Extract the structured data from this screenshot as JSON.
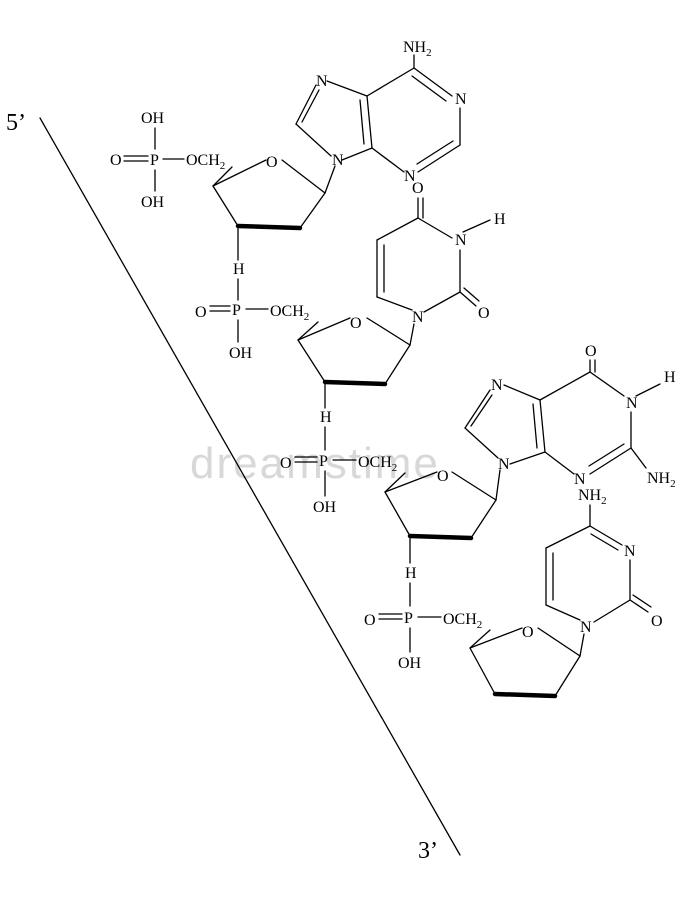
{
  "ends": {
    "five_prime": "5’",
    "three_prime": "3’"
  },
  "labels": {
    "nh2": "NH",
    "n": "N",
    "o": "O",
    "h": "H",
    "p": "P",
    "oh": "OH",
    "och2": "OCH",
    "sub2": "2"
  },
  "watermark": "dreamstime"
}
